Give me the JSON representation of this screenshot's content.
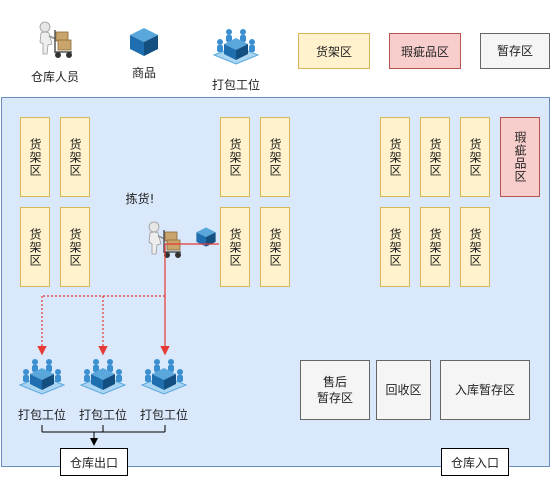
{
  "legend": {
    "worker_label": "仓库人员",
    "goods_label": "商品",
    "station_label": "打包工位",
    "shelf_label": "货架区",
    "defect_label": "瑕疵品区",
    "temp_label": "暂存区"
  },
  "warehouse": {
    "shelf_label": "货架区",
    "defect_label": "瑕疵品区",
    "picking_label": "拣货!",
    "station_labels": [
      "打包工位",
      "打包工位",
      "打包工位"
    ],
    "after_sales_line1": "售后",
    "after_sales_line2": "暂存区",
    "recycle_label": "回收区",
    "inbound_temp_label": "入库暂存区",
    "exit_label": "仓库出口",
    "entrance_label": "仓库入口"
  },
  "colors": {
    "shelf_fill": "#fff2cc",
    "shelf_border": "#d6b656",
    "defect_fill": "#f8cecc",
    "defect_border": "#b85450",
    "warehouse_fill": "#dae8fc",
    "warehouse_border": "#6c8ebf",
    "flow_arrow": "#e53935"
  }
}
